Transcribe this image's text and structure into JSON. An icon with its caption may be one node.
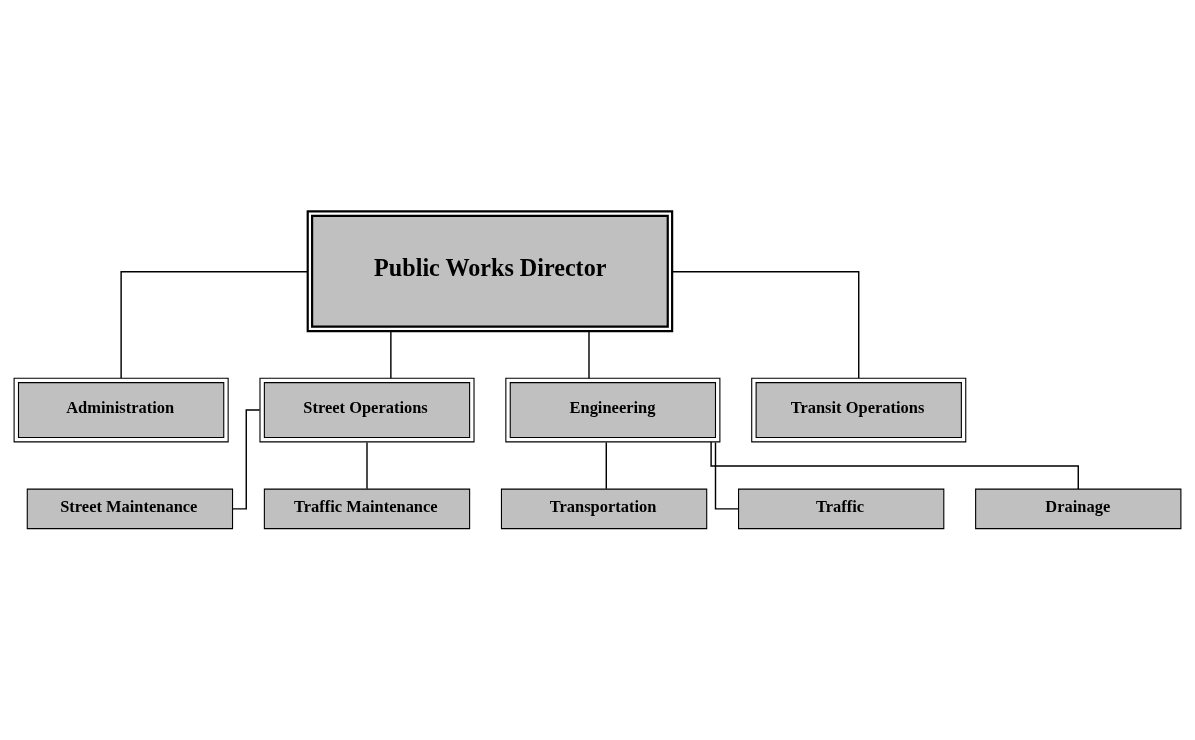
{
  "diagram": {
    "nodes": [
      {
        "text": [
          "Public Works Director"
        ]
      },
      {
        "text": [
          "Administration"
        ]
      },
      {
        "text": [
          "Street Operations"
        ]
      },
      {
        "text": [
          "Engineering"
        ]
      },
      {
        "text": [
          "Transit Operations"
        ]
      },
      {
        "text": [
          "Street Maintenance"
        ]
      },
      {
        "text": [
          "Traffic Maintenance"
        ]
      },
      {
        "text": [
          "Transportation"
        ]
      },
      {
        "text": [
          "Traffic"
        ]
      },
      {
        "text": [
          "Drainage"
        ]
      }
    ],
    "edges": [
      {
        "from": 0,
        "to": 1,
        "arrow": "none"
      },
      {
        "from": 0,
        "to": 2,
        "arrow": "none"
      },
      {
        "from": 0,
        "to": 3,
        "arrow": "none"
      },
      {
        "from": 0,
        "to": 4,
        "arrow": "none"
      },
      {
        "from": 2,
        "to": 5,
        "arrow": "none"
      },
      {
        "from": 2,
        "to": 6,
        "arrow": "none"
      },
      {
        "from": 3,
        "to": 7,
        "arrow": "none"
      },
      {
        "from": 3,
        "to": 8,
        "arrow": "none"
      },
      {
        "from": 3,
        "to": 9,
        "arrow": "none"
      }
    ]
  }
}
